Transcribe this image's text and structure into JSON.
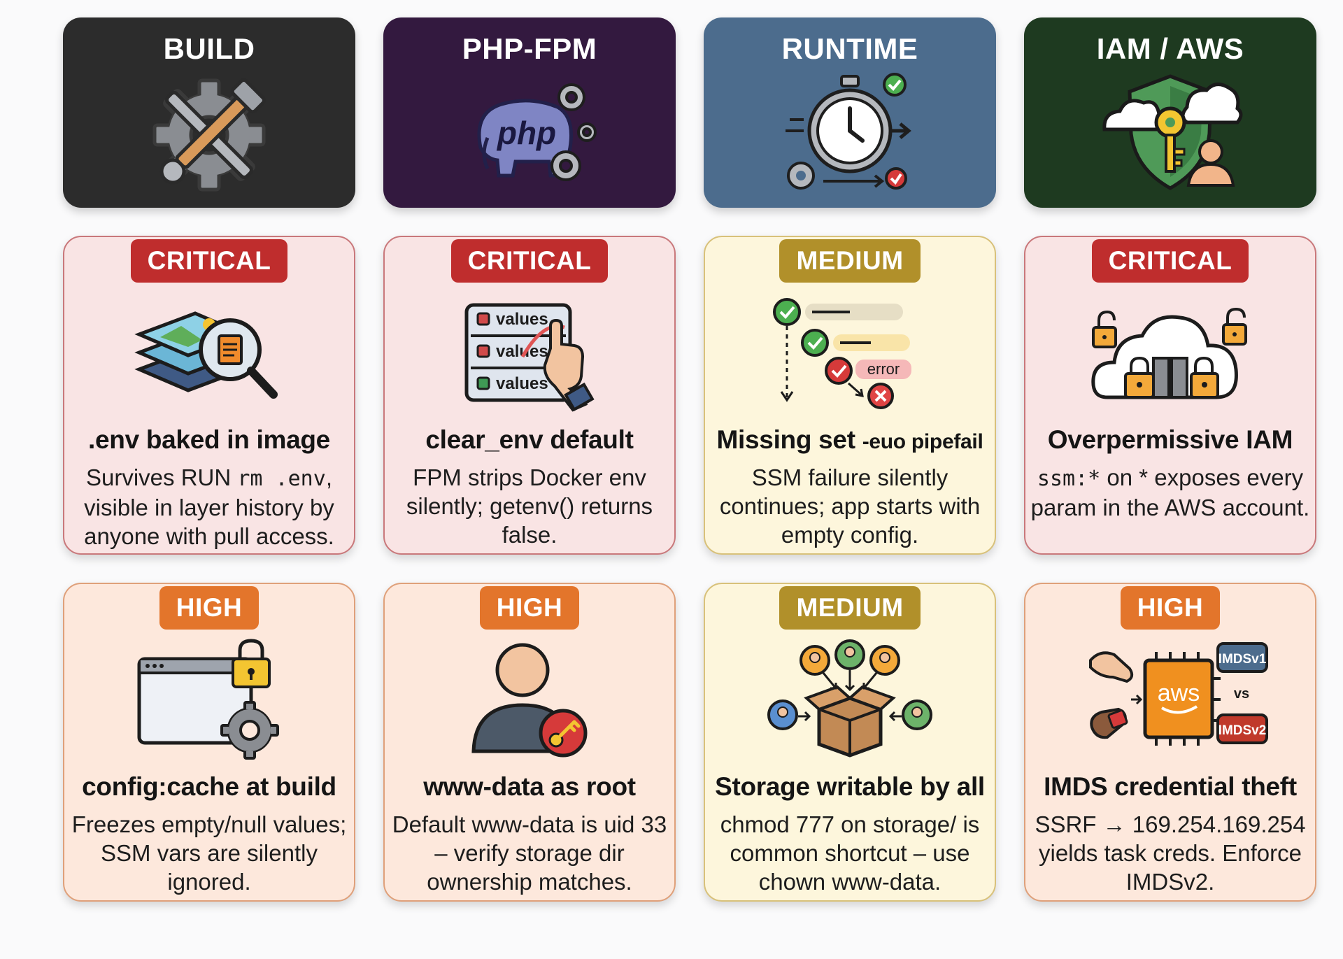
{
  "columns": [
    {
      "title": "BUILD",
      "icon": "wrench-gear-icon",
      "color": "#2c2c2c"
    },
    {
      "title": "PHP-FPM",
      "icon": "php-elephant-icon",
      "color": "#33193f"
    },
    {
      "title": "RUNTIME",
      "icon": "stopwatch-icon",
      "color": "#4c6c8d"
    },
    {
      "title": "IAM / AWS",
      "icon": "shield-key-icon",
      "color": "#1e3a20"
    }
  ],
  "cards": [
    {
      "severity": "CRITICAL",
      "title": ".env baked in image",
      "desc_pre": "Survives RUN ",
      "desc_code": "rm .env",
      "desc_post": ",",
      "desc_rest": "visible in layer history by anyone with pull access.",
      "icon": "layers-magnifier-icon"
    },
    {
      "severity": "CRITICAL",
      "title": "clear_env default",
      "desc": "FPM strips Docker env silently; getenv() returns false.",
      "icon_labels": [
        "values",
        "values",
        "values"
      ],
      "icon": "values-list-icon"
    },
    {
      "severity": "MEDIUM",
      "title_main": "Missing set",
      "title_code": "-euo pipefail",
      "desc": "SSM failure silently continues; app starts with empty config.",
      "icon_label": "error",
      "icon": "error-flow-icon"
    },
    {
      "severity": "CRITICAL",
      "title": "Overpermissive IAM",
      "desc_code": "ssm:*",
      "desc_mid": " on ",
      "desc_star": "*",
      "desc_post": " exposes",
      "desc_rest": "every param in the AWS account.",
      "icon": "cloud-locks-icon"
    },
    {
      "severity": "HIGH",
      "title": "config:cache at build",
      "desc": "Freezes empty/null values; SSM vars are silently ignored.",
      "icon": "window-lock-icon"
    },
    {
      "severity": "HIGH",
      "title": "www-data as root",
      "desc": "Default www-data is uid 33 – verify storage dir ownership matches.",
      "icon": "user-key-icon"
    },
    {
      "severity": "MEDIUM",
      "title": "Storage writable by all",
      "desc": "chmod 777 on storage/ is common shortcut – use chown www-data.",
      "icon": "box-users-icon"
    },
    {
      "severity": "HIGH",
      "title": "IMDS credential theft",
      "desc": "SSRF → 169.254.169.254 yields task creds. Enforce IMDSv2.",
      "icon_labels": [
        "aws",
        "IMDSv1",
        "vs",
        "IMDSv2"
      ],
      "icon": "aws-chip-icon"
    }
  ],
  "colors": {
    "critical_badge": "#bf2d2d",
    "medium_badge": "#b1902a",
    "high_badge": "#e3752b",
    "critical_bg": "#f9e4e4",
    "medium_bg": "#fdf6dc",
    "high_bg": "#fde8dc"
  }
}
